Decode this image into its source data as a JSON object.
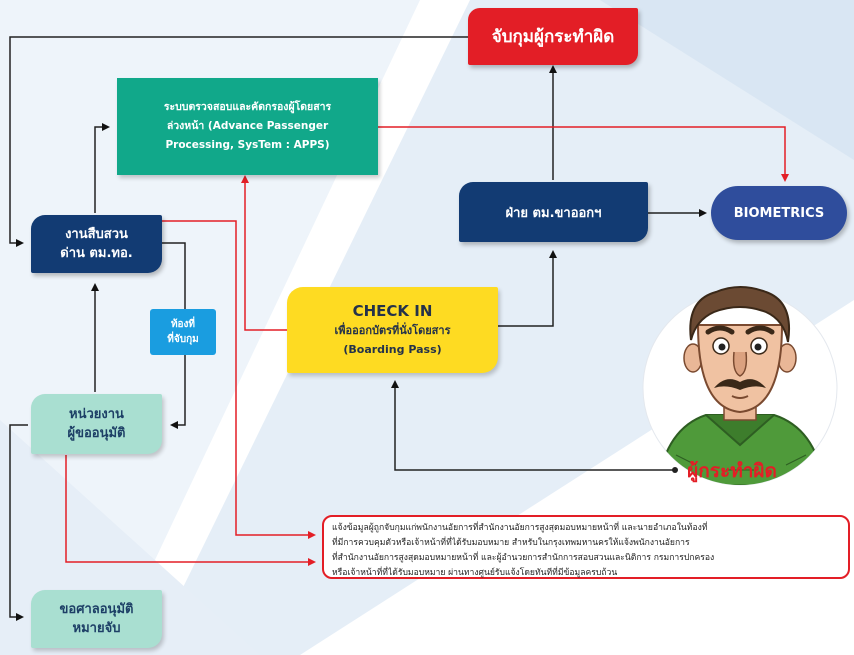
{
  "boxes": {
    "arrest": "จับกุมผู้กระทำผิด",
    "apps": [
      "ระบบตรวจสอบและคัดกรองผู้โดยสาร",
      "ล่วงหน้า (Advance Passenger",
      "Processing, SysTem : APPS)"
    ],
    "investigation": [
      "งานสืบสวน",
      "ด่าน ตม.ทอ."
    ],
    "departure": "ฝ่าย ตม.ขาออกฯ",
    "biometrics": "BIOMETRICS",
    "checkin": [
      "CHECK IN",
      "เพื่อออกบัตรที่นั่งโดยสาร",
      "(Boarding Pass)"
    ],
    "location": [
      "ท้องที่",
      "ที่จับกุม"
    ],
    "requesting_unit": [
      "หน่วยงาน",
      "ผู้ขออนุมัติ"
    ],
    "court": [
      "ขอศาลอนุมัติ",
      "หมายจับ"
    ],
    "offender": "ผู้กระทำผิด"
  },
  "note_lines": [
    "แจ้งข้อมูลผู้ถูกจับกุมแก่พนักงานอัยการที่สำนักงานอัยการสูงสุดมอบหมายหน้าที่ และนายอำเภอในท้องที่",
    "ที่มีการควบคุมตัวหรือเจ้าหน้าที่ที่ได้รับมอบหมาย สำหรับในกรุงเทพมหานครให้แจ้งพนักงานอัยการ",
    "ที่สำนักงานอัยการสูงสุดมอบหมายหน้าที่ และผู้อำนวยการสำนักการสอบสวนและนิติการ กรมการปกครอง",
    "หรือเจ้าหน้าที่ที่ได้รับมอบหมาย ผ่านทางศูนย์รับแจ้งโดยทันทีที่มีข้อมูลครบถ้วน"
  ],
  "colors": {
    "navy": "#123b73",
    "teal": "#11a88a",
    "mint": "#a9dfd1",
    "red": "#e31e26",
    "yellow": "#fedb22",
    "cyan": "#1a9de0",
    "biometrics_blue": "#2f4d9c"
  }
}
